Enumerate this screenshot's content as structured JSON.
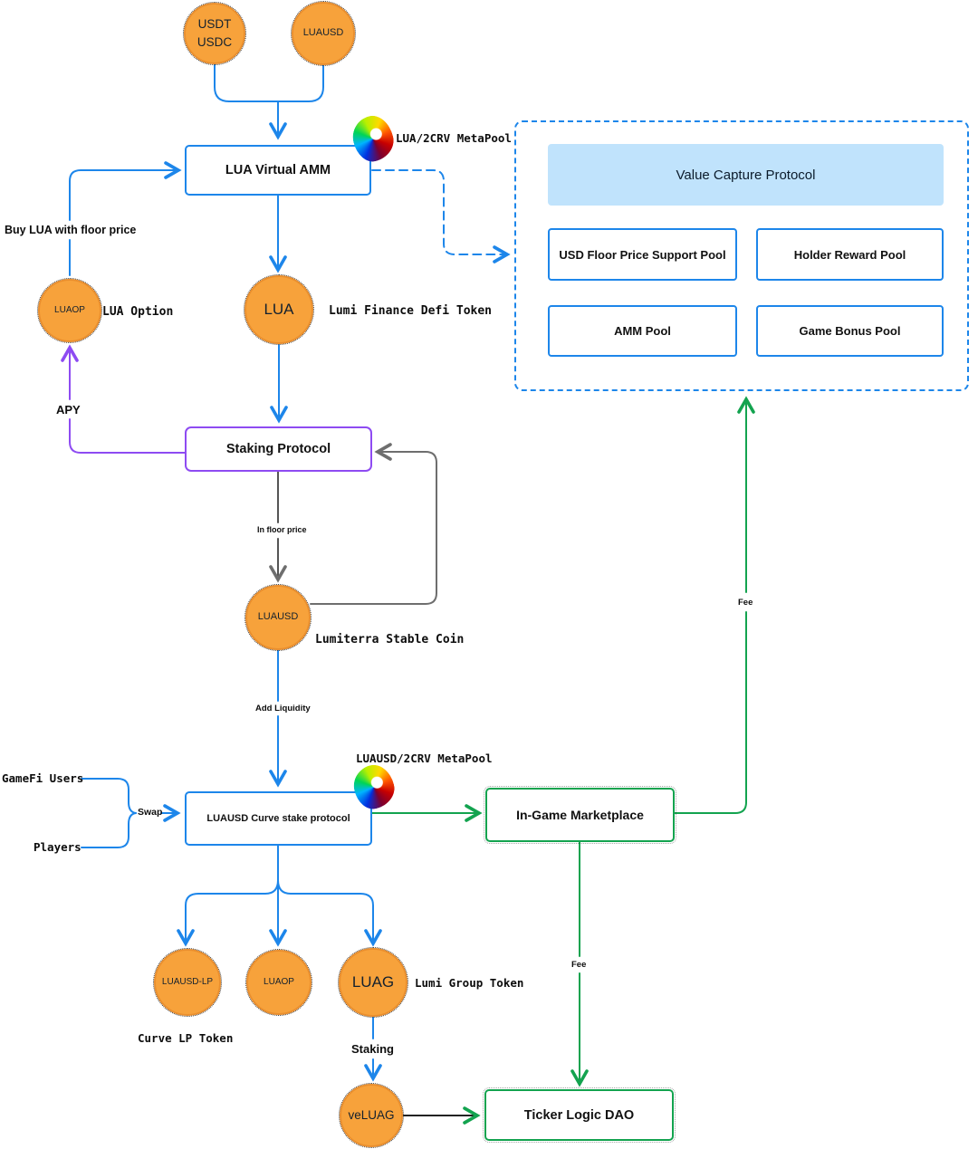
{
  "colors": {
    "line_blue": "#1d86ea",
    "line_purple": "#8e4bf2",
    "line_green": "#13a34f",
    "line_gray": "#6e6e6e",
    "node_orange": "#f7a23b",
    "header_fill": "#c0e3fc"
  },
  "top": {
    "usdt": "USDT",
    "usdc": "USDC",
    "luausd": "LUAUSD"
  },
  "amm": {
    "label": "LUA Virtual AMM",
    "metapool": "LUA/2CRV MetaPool"
  },
  "vcp": {
    "title": "Value Capture Protocol",
    "pools": [
      "USD Floor Price Support Pool",
      "Holder Reward Pool",
      "AMM Pool",
      "Game Bonus Pool"
    ]
  },
  "left": {
    "buy_lua": "Buy LUA with floor price",
    "luaop": "LUAOP",
    "lua_option": "LUA Option",
    "apy": "APY"
  },
  "mid": {
    "lua": "LUA",
    "lua_desc": "Lumi Finance Defi Token",
    "staking_protocol": "Staking Protocol",
    "in_floor_price": "In floor price",
    "luausd": "LUAUSD",
    "stable_desc": "Lumiterra Stable Coin",
    "add_liquidity": "Add Liquidity"
  },
  "curve_section": {
    "gamefi_users": "GameFi Users",
    "players": "Players",
    "swap": "Swap",
    "stake_box": "LUAUSD Curve stake protocol",
    "metapool": "LUAUSD/2CRV MetaPool"
  },
  "market": {
    "label": "In-Game Marketplace",
    "fee_up": "Fee",
    "fee_down": "Fee"
  },
  "tokens": {
    "luausd_lp": "LUAUSD-LP",
    "luaop": "LUAOP",
    "luag": "LUAG",
    "group_desc": "Lumi Group Token",
    "curve_lp_desc": "Curve LP Token",
    "staking": "Staking",
    "veluag": "veLUAG"
  },
  "dao": {
    "label": "Ticker Logic DAO"
  }
}
